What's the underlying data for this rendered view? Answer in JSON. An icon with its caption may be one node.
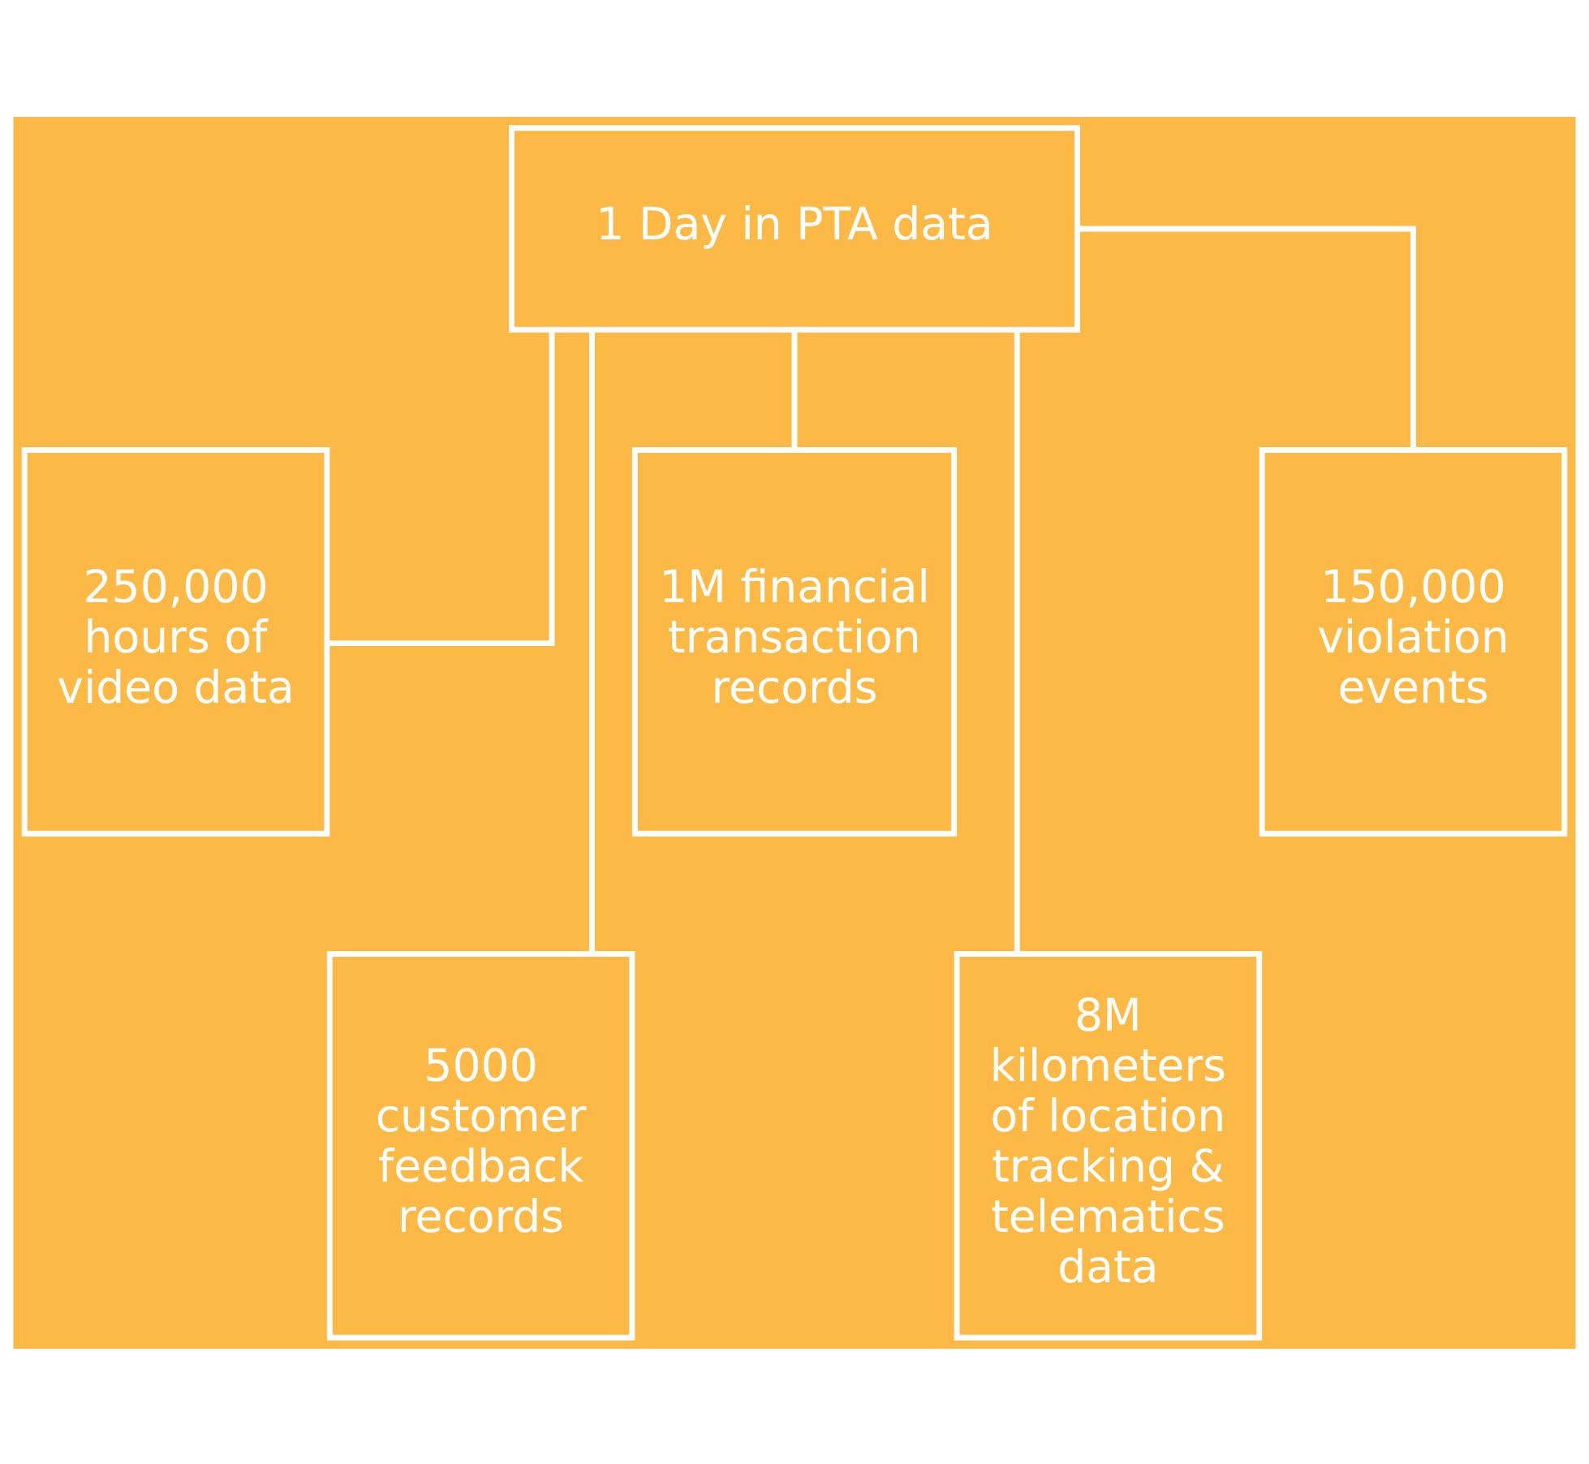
{
  "diagram": {
    "nodes": [
      {
        "text": [
          "1 Day in PTA data"
        ]
      },
      {
        "text": [
          "250,000 hours of video data"
        ]
      },
      {
        "text": [
          "5000 customer feedback records"
        ]
      },
      {
        "text": [
          "1M financial transaction records"
        ]
      },
      {
        "text": [
          "8M kilometers of location tracking & telematics data"
        ]
      },
      {
        "text": [
          "150,000 violation events"
        ]
      }
    ],
    "edges": [
      {
        "from": 0,
        "to": 1,
        "arrow": "none"
      },
      {
        "from": 0,
        "to": 2,
        "arrow": "none"
      },
      {
        "from": 0,
        "to": 3,
        "arrow": "none"
      },
      {
        "from": 0,
        "to": 4,
        "arrow": "none"
      },
      {
        "from": 0,
        "to": 5,
        "arrow": "none"
      }
    ]
  }
}
